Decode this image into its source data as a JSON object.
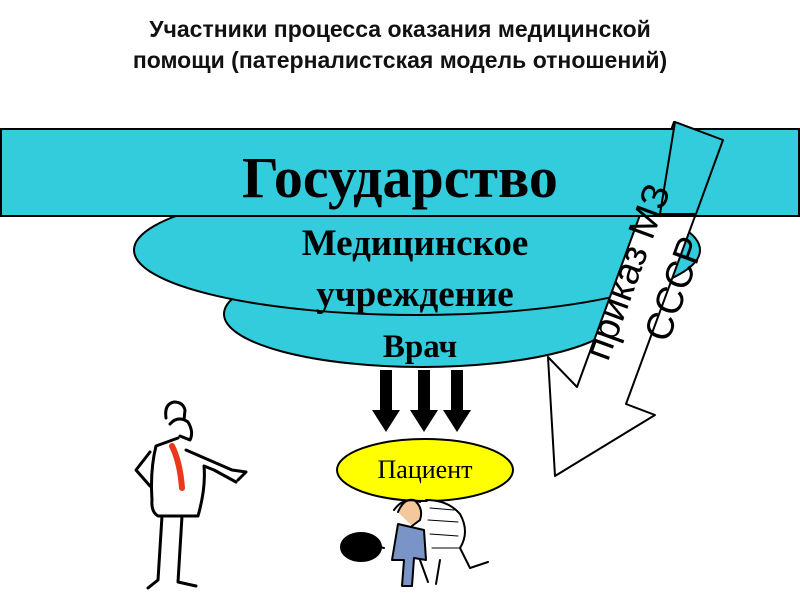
{
  "title_line1": "Участники процесса оказания медицинской",
  "title_line2": "помощи (патерналистская модель отношений)",
  "state_label": "Государство",
  "institution_line1": "Медицинское",
  "institution_line2": "учреждение",
  "doctor_label": "Врач",
  "patient_label": "Пациент",
  "order_label": "приказ МЗ СССР",
  "colors": {
    "state_band": "#33ccdd",
    "clouds": "#33ccdd",
    "patient_ellipse": "#ffff00",
    "tie": "#e83a1a",
    "shirt": "#ffffff"
  },
  "icons": [
    "doctor-figure",
    "patient-figure",
    "down-arrow-icon",
    "order-arrow-icon"
  ]
}
